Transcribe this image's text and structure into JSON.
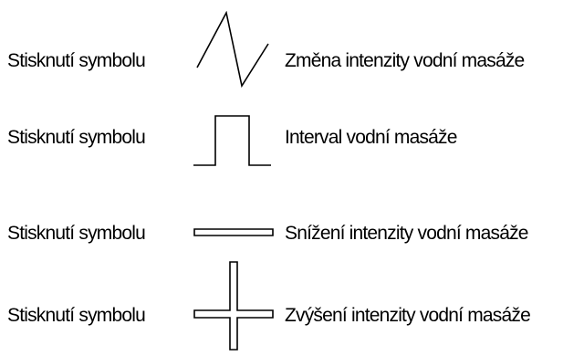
{
  "colors": {
    "background": "#ffffff",
    "text": "#000000",
    "symbol_stroke": "#000000"
  },
  "rows": [
    {
      "left_label": "Stisknutí symbolu",
      "icon": "zigzag-wave-icon",
      "right_label": "Změna intenzity vodní masáže"
    },
    {
      "left_label": "Stisknutí symbolu",
      "icon": "square-pulse-icon",
      "right_label": "Interval vodní masáže"
    },
    {
      "left_label": "Stisknutí symbolu",
      "icon": "flat-bar-icon",
      "right_label": "Snížení intenzity vodní masáže"
    },
    {
      "left_label": "Stisknutí symbolu",
      "icon": "cross-plus-icon",
      "right_label": "Zvýšení intenzity vodní masáže"
    }
  ]
}
